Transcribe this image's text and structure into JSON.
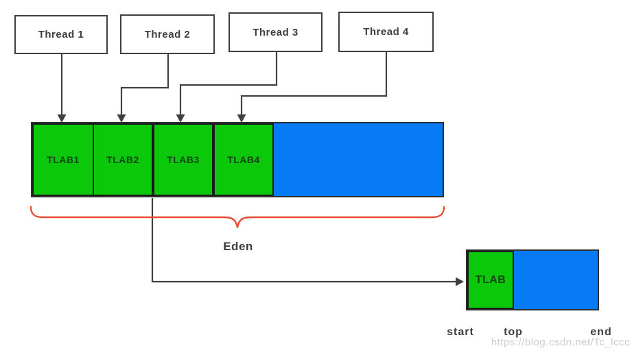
{
  "threads": [
    {
      "label": "Thread 1"
    },
    {
      "label": "Thread 2"
    },
    {
      "label": "Thread 3"
    },
    {
      "label": "Thread 4"
    }
  ],
  "eden_bar": {
    "cells": [
      {
        "label": "TLAB1"
      },
      {
        "label": "TLAB2"
      },
      {
        "label": "TLAB3"
      },
      {
        "label": "TLAB4"
      }
    ]
  },
  "eden_label": "Eden",
  "tlab_box": {
    "label": "TLAB"
  },
  "pointer_labels": {
    "start": "start",
    "top": "top",
    "end": "end"
  },
  "watermark": "https://blog.csdn.net/Tc_lccc",
  "colors": {
    "tlab_green": "#0bc80b",
    "free_blue": "#077af5",
    "brace_red": "#e74c34",
    "connector_gray": "#404040",
    "label_dark": "#3d3d3d",
    "tlab_text_dark_green": "#114511",
    "watermark_gray": "#cccccc"
  }
}
